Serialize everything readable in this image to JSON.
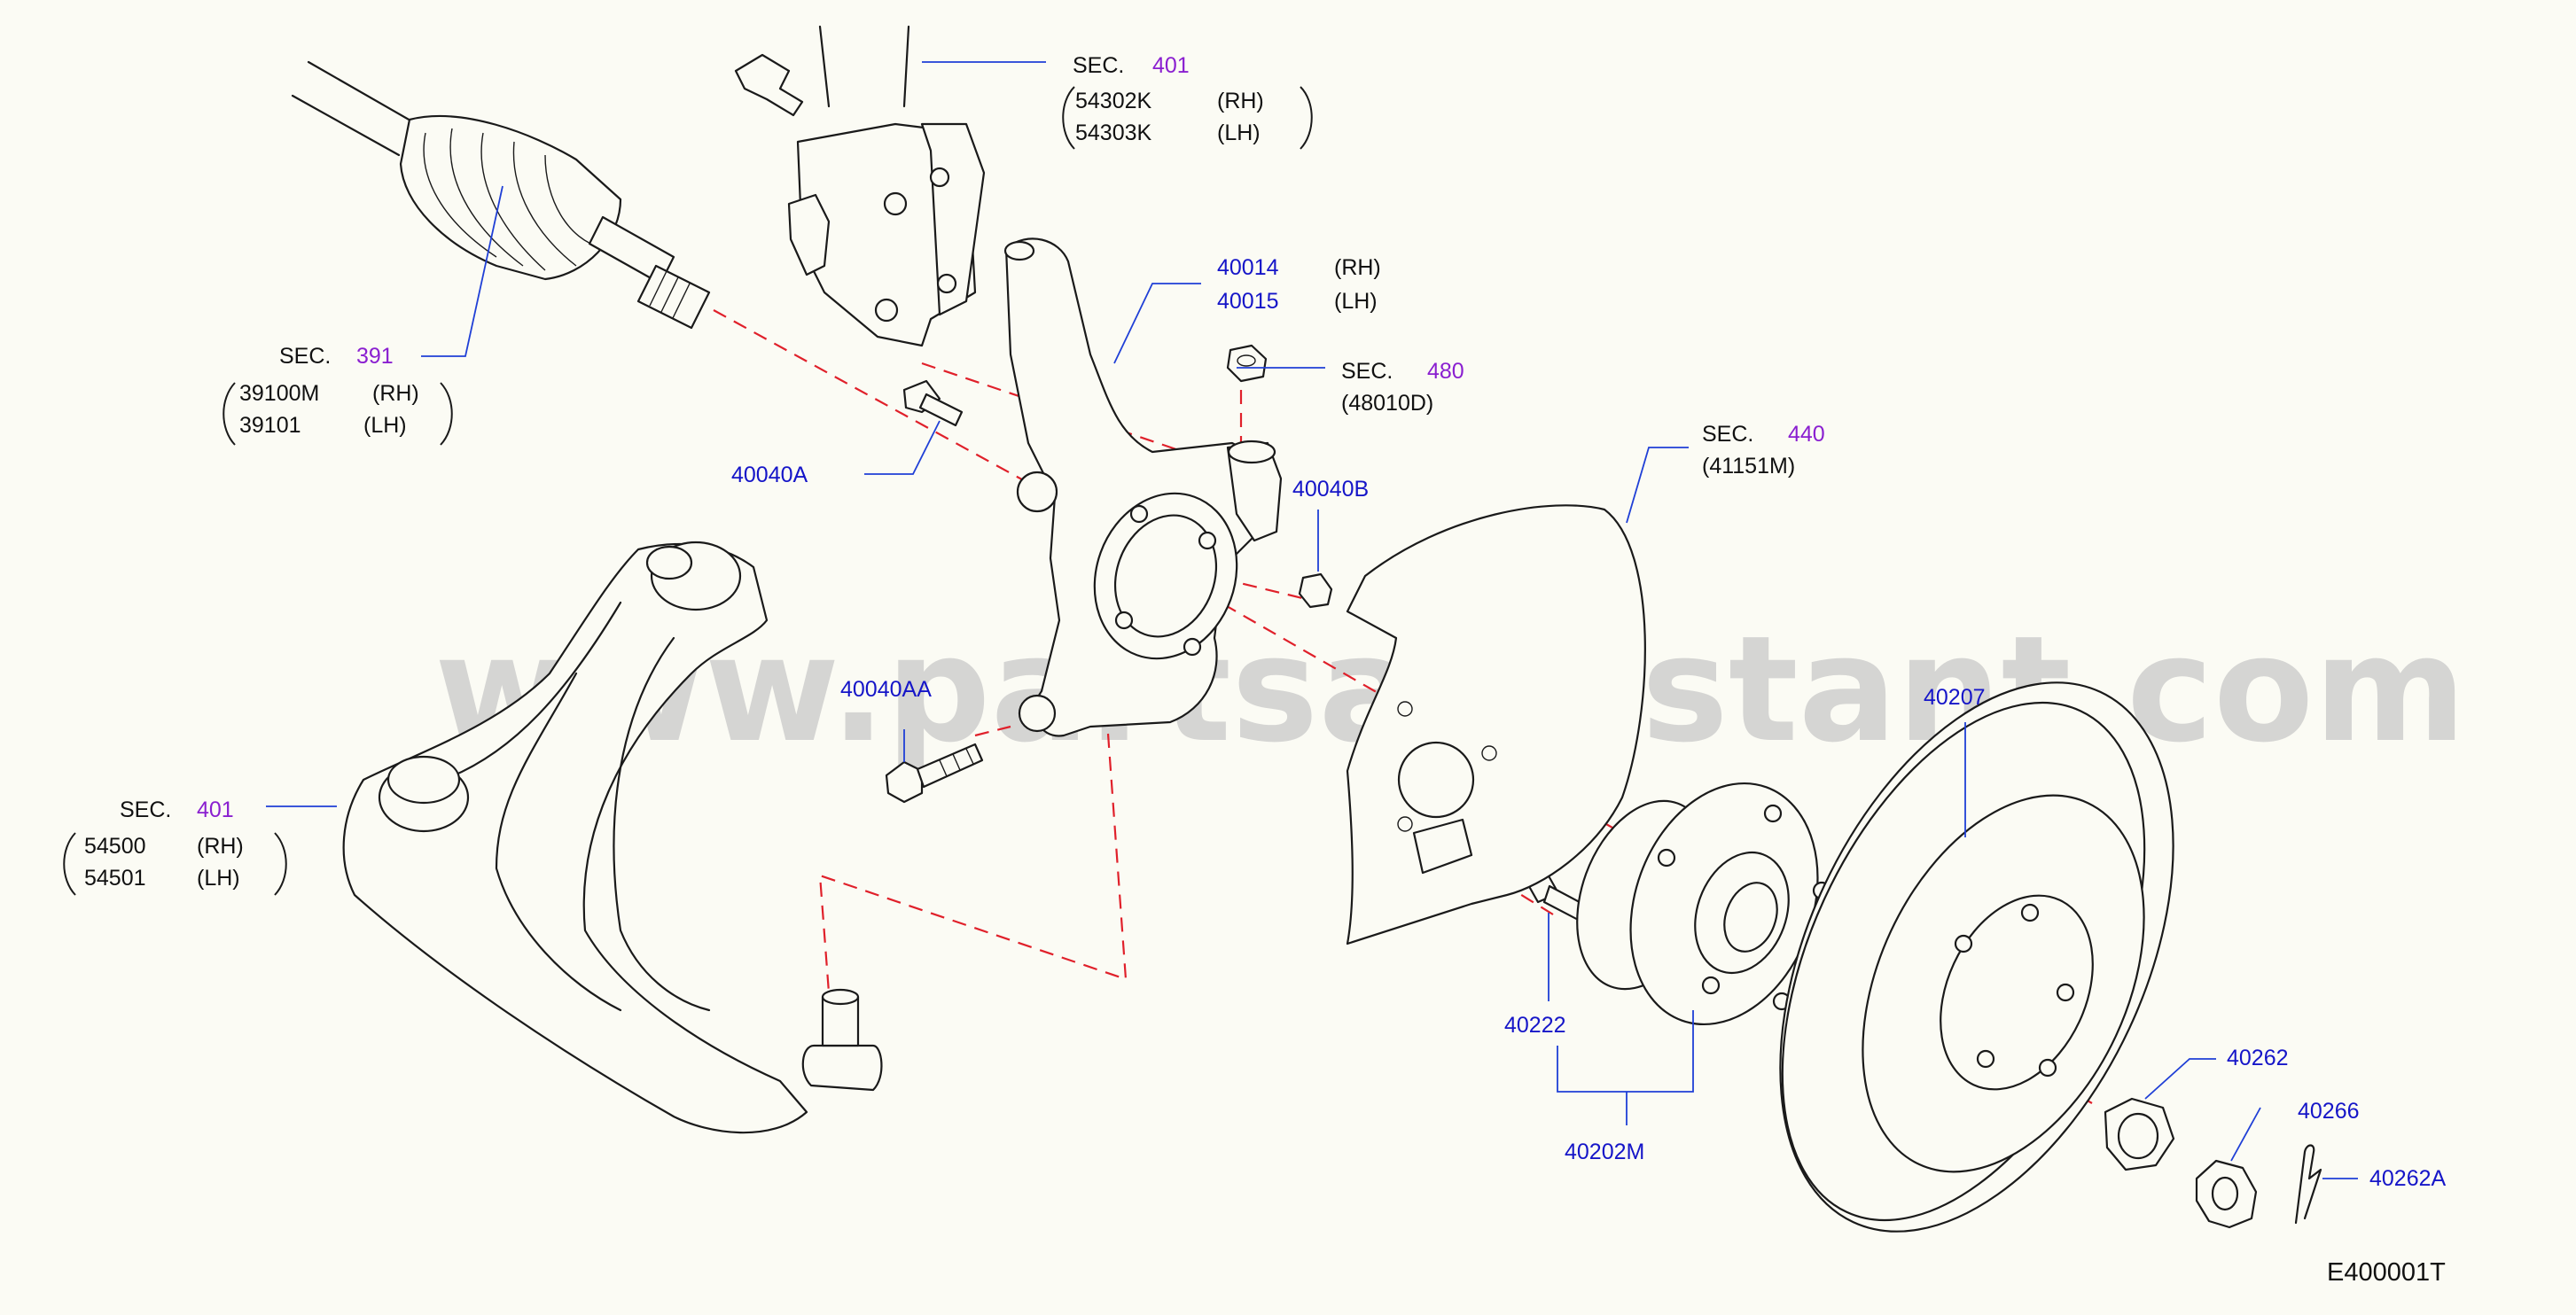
{
  "watermark": "www.partsassistant.com",
  "diagram_code": "E400001T",
  "colors": {
    "part_number": "#1515c8",
    "section_ref": "#8a1fd0",
    "leader": "#1f3fd6",
    "centerline": "#e0202a"
  },
  "callouts": {
    "strut": {
      "sec_label": "SEC.",
      "sec_num": "401",
      "parts": [
        {
          "num": "54302K",
          "side": "(RH)"
        },
        {
          "num": "54303K",
          "side": "(LH)"
        }
      ]
    },
    "driveshaft": {
      "sec_label": "SEC.",
      "sec_num": "391",
      "parts": [
        {
          "num": "39100M",
          "side": "(RH)"
        },
        {
          "num": "39101",
          "side": "(LH)"
        }
      ]
    },
    "knuckle": {
      "parts": [
        {
          "num": "40014",
          "side": "(RH)"
        },
        {
          "num": "40015",
          "side": "(LH)"
        }
      ]
    },
    "nut_480": {
      "sec_label": "SEC.",
      "sec_num": "480",
      "sub": "(48010D)"
    },
    "splash_guard": {
      "sec_label": "SEC.",
      "sec_num": "440",
      "sub": "(41151M)"
    },
    "lower_arm": {
      "sec_label": "SEC.",
      "sec_num": "401",
      "parts": [
        {
          "num": "54500",
          "side": "(RH)"
        },
        {
          "num": "54501",
          "side": "(LH)"
        }
      ]
    },
    "bolt_40040A": "40040A",
    "nut_40040B": "40040B",
    "bolt_40040AA": "40040AA",
    "rotor": "40207",
    "stud": "40222",
    "hub_assy": "40202M",
    "hub_nut": "40262",
    "nut_retainer": "40266",
    "cotter_pin": "40262A"
  }
}
